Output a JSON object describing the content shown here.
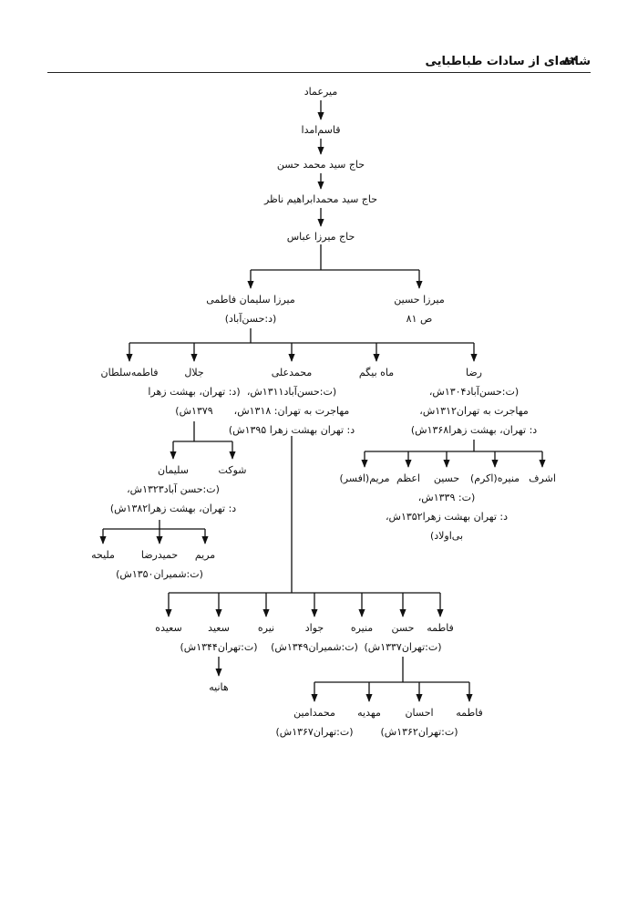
{
  "header": {
    "title": "شاخه‌ای از سادات طباطبایی",
    "page_number": "۸۴"
  },
  "nodes": {
    "mirimad": [
      "میرعماد"
    ],
    "ghasem": [
      "قاسم‌امدا"
    ],
    "hajmohammadhasan": [
      "حاج سید محمد حسن"
    ],
    "hajibrahim": [
      "حاج سید محمدابراهیم ناظر"
    ],
    "abbas": [
      "حاج میرزا عباس"
    ],
    "mirzahosein": [
      "میرزا حسین",
      "ص ۸۱"
    ],
    "soleymanfatemi": [
      "میرزا سلیمان فاطمی",
      "(د:حسن‌آباد)"
    ],
    "reza": [
      "رضا",
      "(ت:حسن‌آباد۱۳۰۴ش،",
      "مهاجرت به تهران۱۳۱۲ش،",
      "د: تهران، بهشت زهرا۱۳۶۸ش)"
    ],
    "mahbeygom": [
      "ماه بیگم"
    ],
    "mohammadali": [
      "محمدعلی",
      "(ت:حسن‌آباد۱۳۱۱ش،",
      "مهاجرت به تهران: ۱۳۱۸ش،",
      "د: تهران بهشت زهرا ۱۳۹۵ش)"
    ],
    "jalal": [
      "جلال",
      "(د: تهران، بهشت زهرا",
      "۱۳۷۹ش)"
    ],
    "fatemehsoltan": [
      "فاطمه‌سلطان"
    ],
    "ashraf": [
      "اشرف"
    ],
    "monireh_r": [
      "منیره(اکرم)"
    ],
    "hosein_r": [
      "حسین",
      "(ت: ۱۳۳۹ش،",
      "د: تهران بهشت زهرا۱۳۵۲ش،",
      "بی‌اولاد)"
    ],
    "azam": [
      "اعظم"
    ],
    "maryam_r": [
      "مریم(افسر)"
    ],
    "shokat": [
      "شوکت"
    ],
    "soleyman_j": [
      "سلیمان",
      "(ت:حسن آباد۱۳۲۳ش،",
      "د: تهران، بهشت زهرا۱۳۸۲ش)"
    ],
    "maryam_s": [
      "مریم"
    ],
    "hamidreza": [
      "حمیدرضا",
      "(ت:شمیران۱۳۵۰ش)"
    ],
    "malihe": [
      "ملیحه"
    ],
    "fatemeh_m": [
      "فاطمه"
    ],
    "hasan_m": [
      "حسن",
      "(ت:تهران۱۳۳۷ش)"
    ],
    "monireh_m": [
      "منیره"
    ],
    "javad": [
      "جواد",
      "(ت:شمیران۱۳۴۹ش)"
    ],
    "nayereh": [
      "نیره"
    ],
    "saeed": [
      "سعید",
      "(ت:تهران۱۳۴۴ش)"
    ],
    "saeedeh": [
      "سعیده"
    ],
    "haniyeh": [
      "هانیه"
    ],
    "fatemeh_h": [
      "فاطمه"
    ],
    "ehsan": [
      "احسان",
      "(ت:تهران۱۳۶۲ش)"
    ],
    "mahdiyeh": [
      "مهدیه"
    ],
    "mohammadamin": [
      "محمدامین",
      "(ت:تهران۱۳۶۷ش)"
    ]
  }
}
